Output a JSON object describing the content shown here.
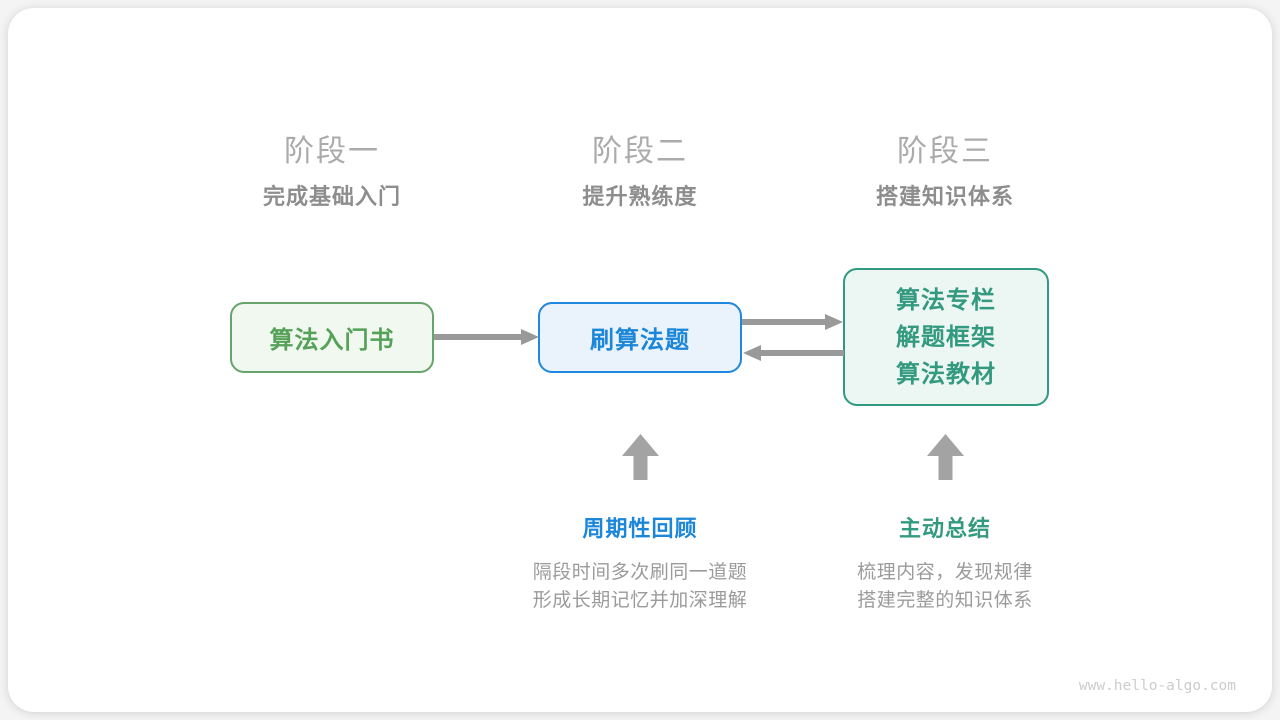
{
  "stages": [
    {
      "title": "阶段一",
      "subtitle": "完成基础入门"
    },
    {
      "title": "阶段二",
      "subtitle": "提升熟练度"
    },
    {
      "title": "阶段三",
      "subtitle": "搭建知识体系"
    }
  ],
  "nodes": {
    "intro_book": {
      "label": "算法入门书"
    },
    "practice": {
      "label": "刷算法题"
    },
    "resources": {
      "lines": [
        "算法专栏",
        "解题框架",
        "算法教材"
      ]
    }
  },
  "annotations": [
    {
      "title": "周期性回顾",
      "lines": [
        "隔段时间多次刷同一道题",
        "形成长期记忆并加深理解"
      ]
    },
    {
      "title": "主动总结",
      "lines": [
        "梳理内容，发现规律",
        "搭建完整的知识体系"
      ]
    }
  ],
  "watermark": "www.hello-algo.com",
  "colors": {
    "green-border": "#67a46b",
    "green-fill": "#f1f8f0",
    "green-text": "#55a158",
    "blue-border": "#1f87dc",
    "blue-fill": "#eaf3fc",
    "blue-text": "#1c86d9",
    "teal-border": "#2f9a80",
    "teal-fill": "#ecf6f2",
    "teal-text": "#33997f",
    "arrow-gray": "#999999",
    "up-arrow-gray": "#a3a3a3",
    "stage-title": "#ababab",
    "stage-subtitle": "#8d8d8d",
    "desc-gray": "#9b9b9b",
    "watermark-gray": "#cccccc"
  }
}
